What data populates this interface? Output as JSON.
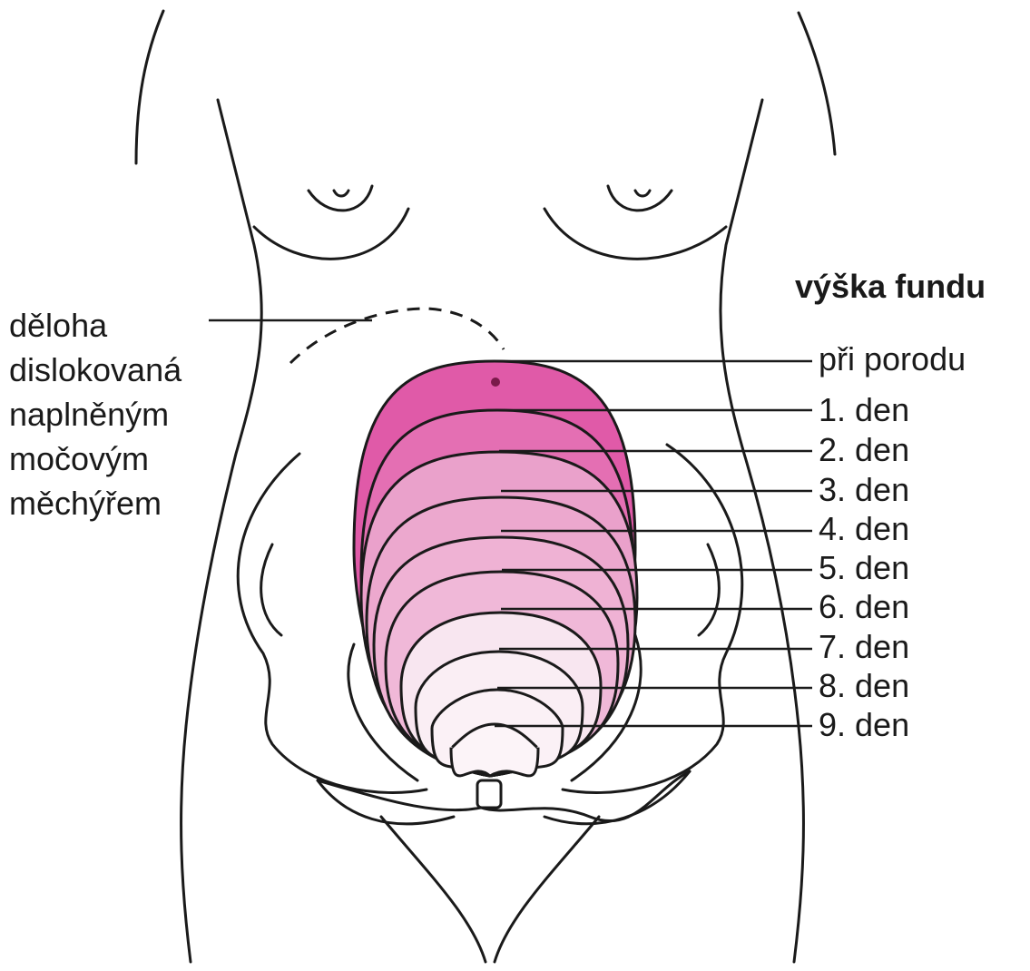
{
  "heading": "výška fundu",
  "bladder_label_lines": [
    "děloha",
    "dislokovaná",
    "naplněným",
    "močovým",
    "měchýřem"
  ],
  "fundus_levels": [
    {
      "label": "při porodu",
      "color": "#e05aa8"
    },
    {
      "label": "1. den",
      "color": "#e46fb3"
    },
    {
      "label": "2. den",
      "color": "#eaa1cb"
    },
    {
      "label": "3. den",
      "color": "#eca8ce"
    },
    {
      "label": "4. den",
      "color": "#efb2d4"
    },
    {
      "label": "5. den",
      "color": "#f0b8d8"
    },
    {
      "label": "6. den",
      "color": "#f8e6f0"
    },
    {
      "label": "7. den",
      "color": "#faeef4"
    },
    {
      "label": "8. den",
      "color": "#fbf1f6"
    },
    {
      "label": "9. den",
      "color": "#fcf4f8"
    }
  ],
  "colors": {
    "ink": "#1a1a1a",
    "uterus_top": "#e05aa8",
    "uterus_mid": "#eaa1cb",
    "uterus_low": "#fcf4f8"
  }
}
